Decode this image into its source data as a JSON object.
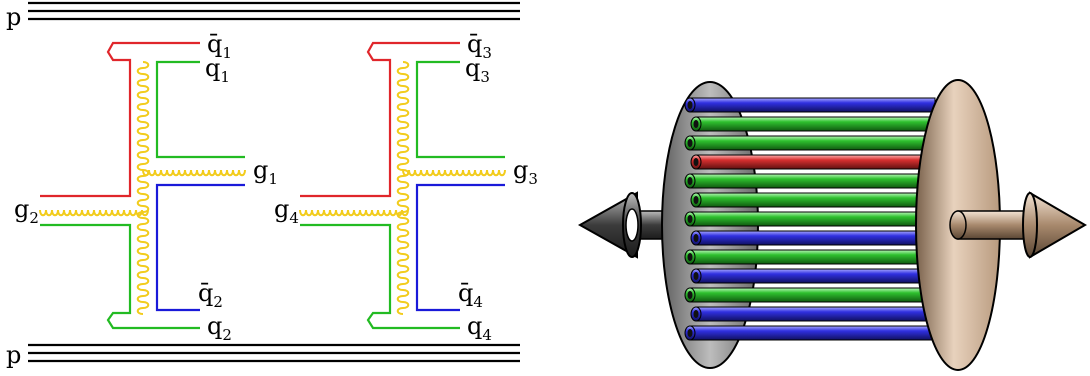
{
  "proton_top": "p",
  "proton_bottom": "p",
  "cells": [
    {
      "qbar_top": "q̄",
      "qbar_top_sub": "1",
      "q_top": "q",
      "q_top_sub": "1",
      "g_right": "g",
      "g_right_sub": "1",
      "g_left": "g",
      "g_left_sub": "2",
      "qbar_bot": "q̄",
      "qbar_bot_sub": "2",
      "q_bot": "q",
      "q_bot_sub": "2"
    },
    {
      "qbar_top": "q̄",
      "qbar_top_sub": "3",
      "q_top": "q",
      "q_top_sub": "3",
      "g_right": "g",
      "g_right_sub": "3",
      "g_left": "g",
      "g_left_sub": "4",
      "qbar_bot": "q̄",
      "qbar_bot_sub": "4",
      "q_bot": "q",
      "q_bot_sub": "4"
    }
  ],
  "colors": {
    "red": "#e0262b",
    "green": "#22bb22",
    "blue": "#1a1ad9",
    "gluon": "#f2cc1c",
    "proton_line": "#000000"
  },
  "flux_tubes": {
    "colors": [
      "blue",
      "green",
      "green",
      "red",
      "green",
      "green",
      "green",
      "blue",
      "green",
      "blue",
      "green",
      "blue",
      "blue"
    ]
  }
}
